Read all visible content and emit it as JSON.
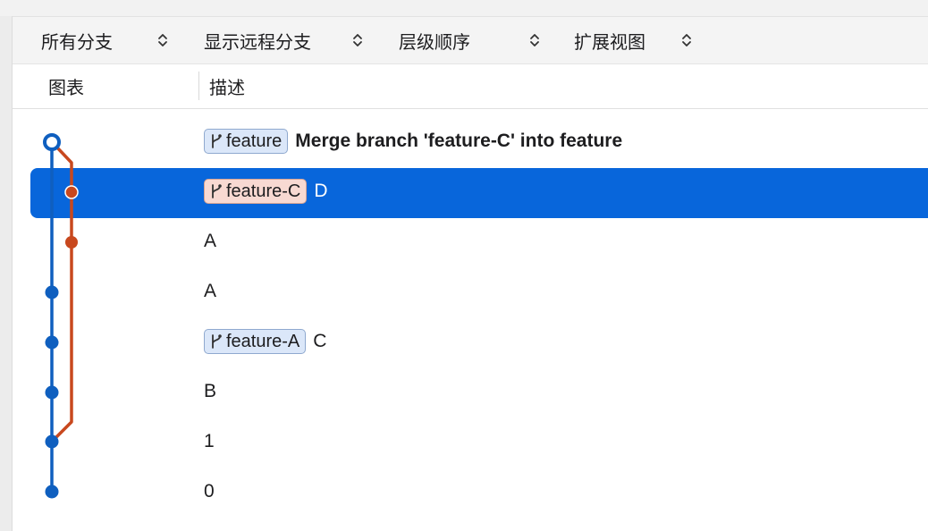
{
  "toolbar": {
    "dropdowns": [
      {
        "label": "所有分支",
        "icon": "up-down-chevron-icon"
      },
      {
        "label": "显示远程分支",
        "icon": "up-down-chevron-icon"
      },
      {
        "label": "层级顺序",
        "icon": "up-down-chevron-icon"
      },
      {
        "label": "扩展视图",
        "icon": "up-down-chevron-icon"
      }
    ]
  },
  "columns": {
    "graph": "图表",
    "description": "描述"
  },
  "commits": [
    {
      "tag": "feature",
      "tag_color": "blue",
      "message": "Merge branch 'feature-C' into feature",
      "bold": true
    },
    {
      "tag": "feature-C",
      "tag_color": "red",
      "message": "D",
      "selected": true
    },
    {
      "tag": "",
      "message": "A"
    },
    {
      "tag": "",
      "message": "A"
    },
    {
      "tag": "feature-A",
      "tag_color": "blue",
      "message": "C"
    },
    {
      "tag": "",
      "message": "B"
    },
    {
      "tag": "",
      "message": "1"
    },
    {
      "tag": "",
      "message": "0"
    }
  ],
  "colors": {
    "selection": "#0866db",
    "graph_blue": "#0f5fbf",
    "graph_red": "#c8481e",
    "tag_blue_bg": "#dbe7f9",
    "tag_red_bg": "#f8d9d2"
  }
}
